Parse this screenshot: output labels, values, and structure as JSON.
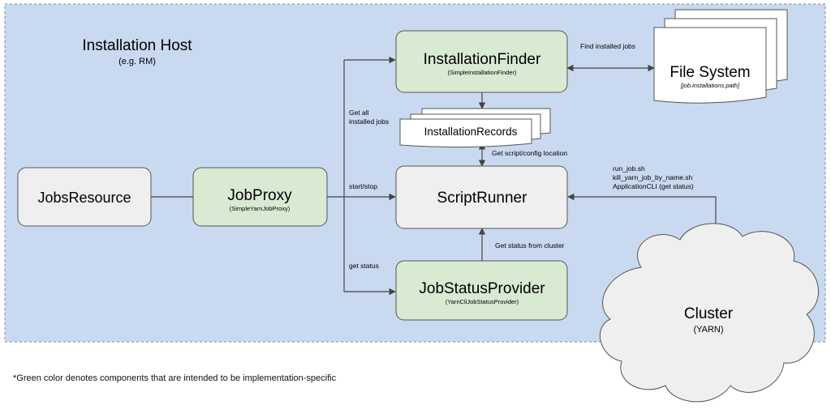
{
  "host": {
    "title": "Installation Host",
    "subtitle": "(e.g. RM)"
  },
  "colors": {
    "host_fill": "#c9daf0",
    "host_border": "#7a8a9a",
    "green_fill": "#d9ead3",
    "gray_fill": "#efefef",
    "box_border": "#555555",
    "edge": "#444444"
  },
  "nodes": {
    "jobs_resource": {
      "label": "JobsResource"
    },
    "job_proxy": {
      "label": "JobProxy",
      "impl": "(SimpleYarnJobProxy)"
    },
    "installation_finder": {
      "label": "InstallationFinder",
      "impl": "(SimpleInstallationFinder)"
    },
    "installation_records": {
      "label": "InstallationRecords"
    },
    "script_runner": {
      "label": "ScriptRunner"
    },
    "job_status_provider": {
      "label": "JobStatusProvider",
      "impl": "(YarnCliJobStatusProvider)"
    },
    "file_system": {
      "label": "File System",
      "path": "[job.installations.path]"
    },
    "cluster": {
      "label": "Cluster",
      "sub": "(YARN)"
    }
  },
  "edges": {
    "get_all_installed_jobs": [
      "Get all",
      "installed jobs"
    ],
    "start_stop": "start/stop",
    "get_status": "get status",
    "find_installed_jobs": "Find installed jobs",
    "get_script_config": "Get script/config location",
    "get_status_from_cluster": "Get status from cluster",
    "cluster_commands": [
      "run_job.sh",
      "kill_yarn_job_by_name.sh",
      "ApplicationCLI (get status)"
    ]
  },
  "footnote": "*Green color denotes components that are intended to be implementation-specific"
}
